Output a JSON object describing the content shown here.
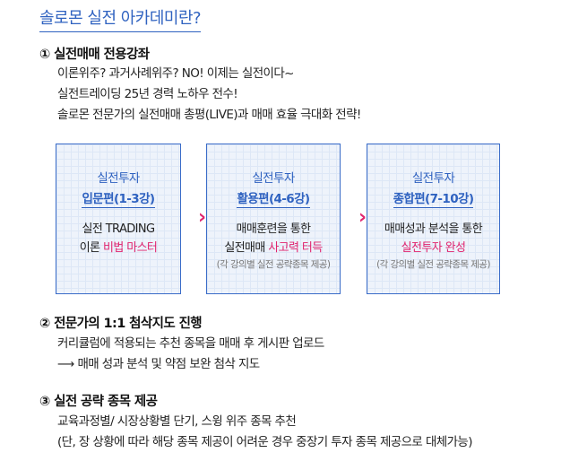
{
  "title": "솔로몬 실전 아카데미란?",
  "s1": {
    "heading": "① 실전매매 전용강좌",
    "lines": [
      "이론위주? 과거사례위주? NO! 이제는 실전이다~",
      "실전트레이딩 25년 경력 노하우 전수!",
      "솔로몬 전문가의 실전매매 총평(LIVE)과 매매 효율 극대화 전략!"
    ]
  },
  "boxes": [
    {
      "top": "실전투자",
      "sub": "입문편(1-3강)",
      "l1": "실전 TRADING",
      "l2a": "이론 ",
      "l2b": "비법 마스터"
    },
    {
      "top": "실전투자",
      "sub": "활용편(4-6강)",
      "l1": "매매훈련을 통한",
      "l2a": "실전매매 ",
      "l2b": "사고력 터득",
      "note": "(각 강의별 실전 공략종목 제공)"
    },
    {
      "top": "실전투자",
      "sub": "종합편(7-10강)",
      "l1": "매매성과 분석을 통한",
      "l2a": "",
      "l2b": "실전투자 완성",
      "note": "(각 강의별 실전 공략종목 제공)"
    }
  ],
  "arrow": "›",
  "s2": {
    "heading": "② 전문가의 1:1 첨삭지도 진행",
    "lines": [
      "커리큘럼에 적용되는 추천 종목을 매매 후 게시판 업로드",
      "⟶ 매매 성과 분석 및 약점 보완 첨삭 지도"
    ]
  },
  "s3": {
    "heading": "③ 실전 공략 종목 제공",
    "lines": [
      "교육과정별/ 시장상황별 단기, 스윙 위주 종목 추천",
      "(단, 장 상황에 따라 해당 종목 제공이 어려운 경우 중장기 투자 종목 제공으로 대체가능)"
    ]
  }
}
